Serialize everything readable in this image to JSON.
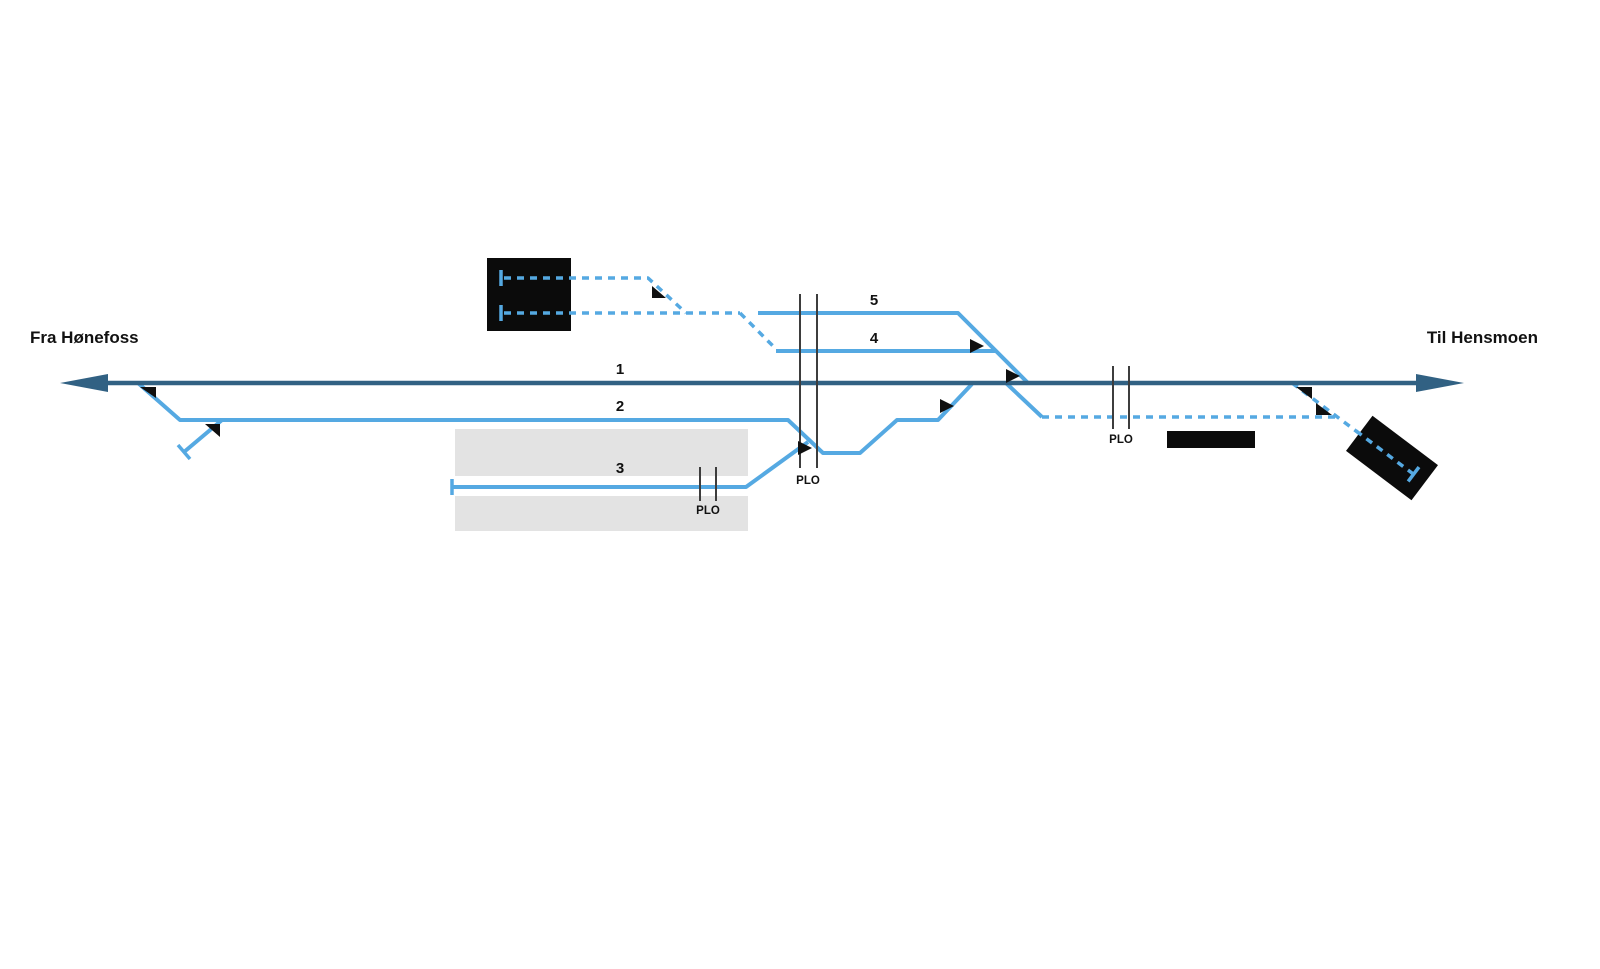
{
  "labels": {
    "from": "Fra Hønefoss",
    "to": "Til Hensmoen"
  },
  "tracks": [
    {
      "label": "1"
    },
    {
      "label": "2"
    },
    {
      "label": "3"
    },
    {
      "label": "4"
    },
    {
      "label": "5"
    }
  ],
  "crossings": [
    {
      "label": "PLO"
    },
    {
      "label": "PLO"
    },
    {
      "label": "PLO"
    }
  ],
  "colors": {
    "background": "#ffffff",
    "main_line": "#316183",
    "siding_line": "#55a9e2",
    "platform": "#e3e3e3",
    "building": "#0b0b0b",
    "crossing_line": "#3d3d3d",
    "marker": "#101010",
    "text": "#111111"
  }
}
